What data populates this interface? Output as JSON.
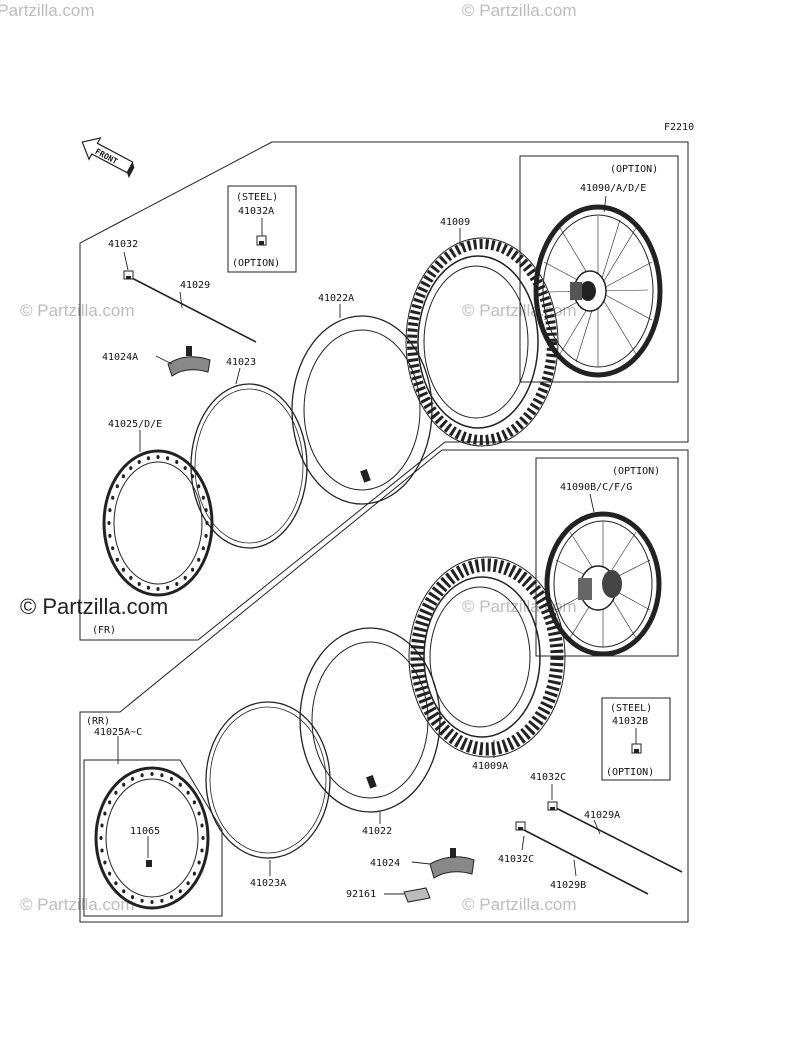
{
  "watermarks": {
    "small": "© Partzilla.com",
    "big": "© Partzilla.com"
  },
  "figure_code": "F2210",
  "front_arrow": "FRONT",
  "sections": {
    "front": "(FR)",
    "rear": "(RR)"
  },
  "option_boxes": {
    "steel_a": {
      "top": "(STEEL)",
      "part": "41032A",
      "bottom": "(OPTION)"
    },
    "steel_b": {
      "top": "(STEEL)",
      "part": "41032B",
      "bottom": "(OPTION)"
    },
    "wheel_front": {
      "top": "(OPTION)",
      "part": "41090/A/D/E"
    },
    "wheel_rear": {
      "top": "(OPTION)",
      "part": "41090B/C/F/G"
    }
  },
  "labels": {
    "p41032": "41032",
    "p41029": "41029",
    "p41024A": "41024A",
    "p41023": "41023",
    "p41022A": "41022A",
    "p41009": "41009",
    "p41025DE": "41025/D/E",
    "p41025AC": "41025A~C",
    "p11065": "11065",
    "p41023A": "41023A",
    "p41022": "41022",
    "p41024": "41024",
    "p92161": "92161",
    "p41009A": "41009A",
    "p41032C_1": "41032C",
    "p41032C_2": "41032C",
    "p41029A": "41029A",
    "p41029B": "41029B"
  },
  "colors": {
    "line": "#222222",
    "watermark": "#bdbdbd",
    "background": "#ffffff"
  }
}
